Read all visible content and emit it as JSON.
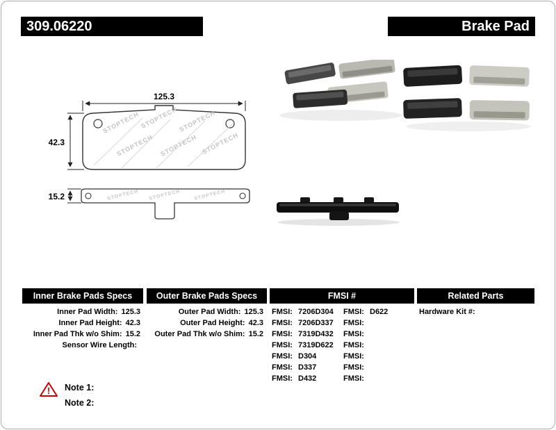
{
  "header": {
    "part_number": "309.06220",
    "product_type": "Brake Pad"
  },
  "drawing": {
    "width_dim": "125.3",
    "height_dim": "42.3",
    "thickness_dim": "15.2",
    "watermark": "STOPTECH"
  },
  "specs": {
    "inner": {
      "title": "Inner Brake Pads Specs",
      "rows": [
        {
          "label": "Inner Pad Width:",
          "value": "125.3"
        },
        {
          "label": "Inner Pad Height:",
          "value": "42.3"
        },
        {
          "label": "Inner Pad Thk w/o Shim:",
          "value": "15.2"
        },
        {
          "label": "Sensor Wire Length:",
          "value": ""
        }
      ]
    },
    "outer": {
      "title": "Outer Brake Pads Specs",
      "rows": [
        {
          "label": "Outer Pad Width:",
          "value": "125.3"
        },
        {
          "label": "Outer Pad Height:",
          "value": "42.3"
        },
        {
          "label": "Outer Pad Thk w/o Shim:",
          "value": "15.2"
        }
      ]
    },
    "fmsi": {
      "title": "FMSI #",
      "col1": [
        {
          "label": "FMSI:",
          "value": "7206D304"
        },
        {
          "label": "FMSI:",
          "value": "7206D337"
        },
        {
          "label": "FMSI:",
          "value": "7319D432"
        },
        {
          "label": "FMSI:",
          "value": "7319D622"
        },
        {
          "label": "FMSI:",
          "value": "D304"
        },
        {
          "label": "FMSI:",
          "value": "D337"
        },
        {
          "label": "FMSI:",
          "value": "D432"
        }
      ],
      "col2": [
        {
          "label": "FMSI:",
          "value": "D622"
        },
        {
          "label": "FMSI:",
          "value": ""
        },
        {
          "label": "FMSI:",
          "value": ""
        },
        {
          "label": "FMSI:",
          "value": ""
        },
        {
          "label": "FMSI:",
          "value": ""
        },
        {
          "label": "FMSI:",
          "value": ""
        },
        {
          "label": "FMSI:",
          "value": ""
        }
      ]
    },
    "related": {
      "title": "Related Parts",
      "rows": [
        {
          "label": "Hardware Kit #:",
          "value": ""
        }
      ]
    }
  },
  "notes": {
    "note1_label": "Note 1:",
    "note2_label": "Note 2:"
  }
}
